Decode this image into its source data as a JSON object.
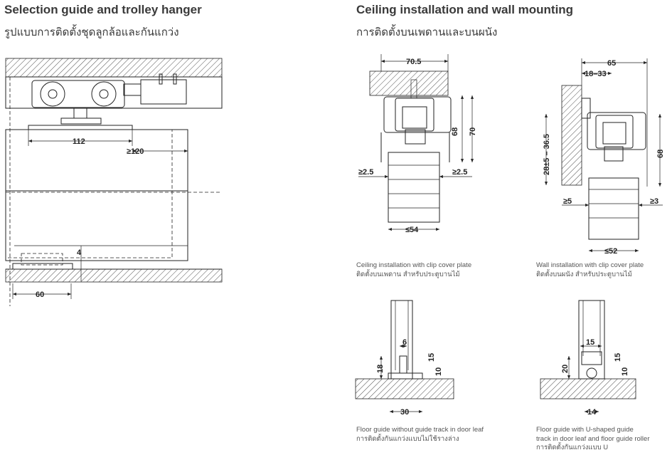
{
  "left": {
    "title": "Selection guide and trolley hanger",
    "subtitle": "รูปแบบการติดตั้งชุดลูกล้อและกันแกว่ง"
  },
  "right": {
    "title": "Ceiling installation and wall mounting",
    "subtitle": "การติดตั้งบนเพดานและบนผนัง"
  },
  "captions": {
    "ceiling": [
      "Ceiling installation with clip cover plate",
      "ติดตั้งบนเพดาน สำหรับประตูบานไม้"
    ],
    "wall": [
      "Wall installation with clip cover plate",
      "ติดตั้งบนผนัง สำหรับประตูบานไม้"
    ],
    "floor_no_track": [
      "Floor guide without guide track in door leaf",
      "การติดตั้งกันแกว่งแบบไม่ใช้รางล่าง"
    ],
    "floor_u_track": [
      "Floor guide with U-shaped guide",
      "track in door leaf and floor guide roller",
      "การติดตั้งกันแกว่งแบบ U"
    ]
  },
  "dimensions": {
    "left": {
      "d112": "112",
      "d120": "≥120",
      "d4": "4",
      "d60": "60"
    },
    "ceiling": {
      "d70_5": "70.5",
      "d68": "68",
      "d70": "70",
      "d2_5_left": "≥2.5",
      "d2_5_right": "≥2.5",
      "d54": "≤54"
    },
    "wall": {
      "d65": "65",
      "d18_33": "18–33",
      "d28": "28±5 – 36.5",
      "d68": "68",
      "d5": "≥5",
      "d3": "≥3",
      "d52": "≤52"
    },
    "floor1": {
      "d6": "6",
      "d18": "18",
      "d15": "15",
      "d10": "10",
      "d30": "30"
    },
    "floor2": {
      "d15": "15",
      "d20": "20",
      "d15b": "15",
      "d10": "10",
      "d14": "14"
    }
  },
  "colors": {
    "line": "#222222",
    "text": "#3a3a3a",
    "caption": "#555555"
  }
}
